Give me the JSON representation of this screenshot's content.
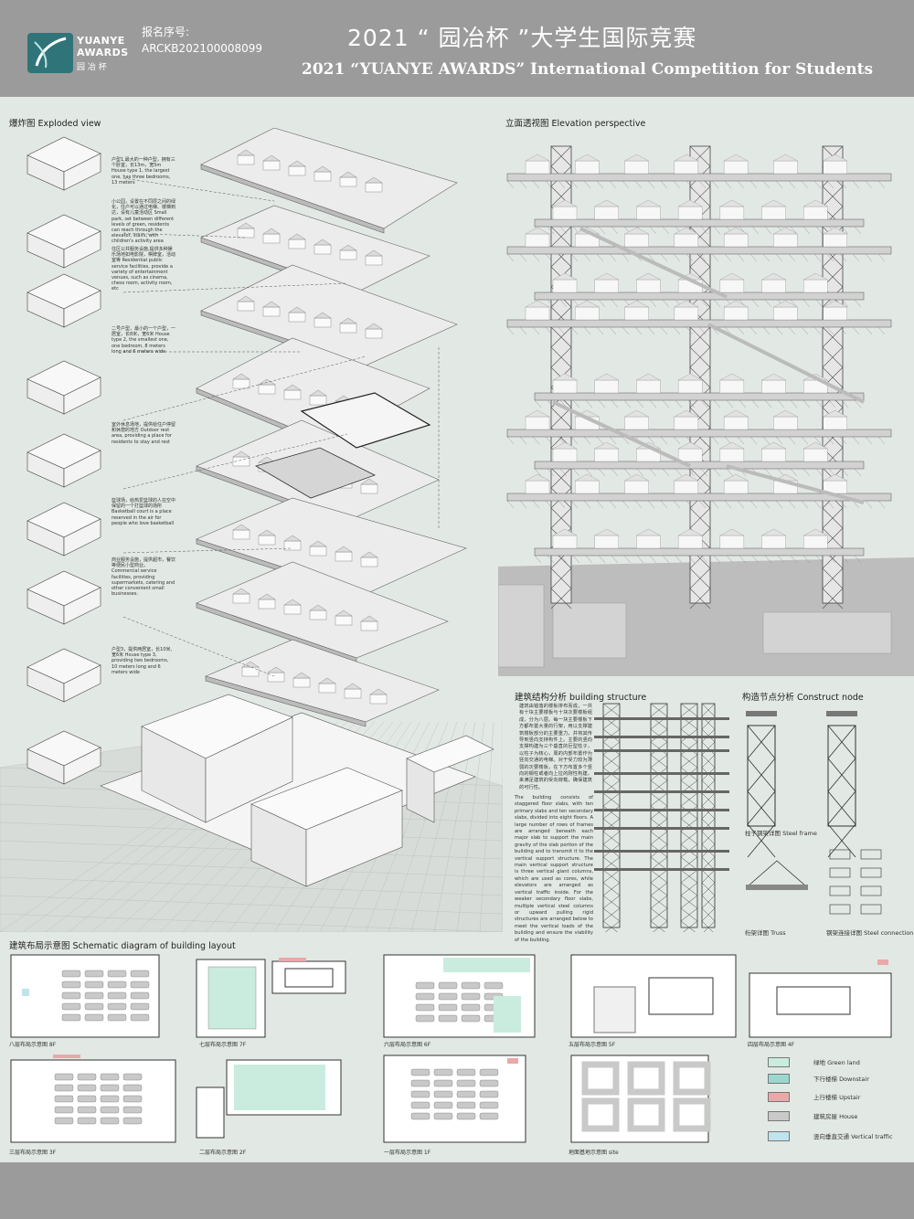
{
  "header": {
    "logo_line1": "YUANYE",
    "logo_line2": "AWARDS",
    "logo_line3": "园 冶 杯",
    "reg_label": "报名序号:",
    "reg_number": "ARCKB202100008099",
    "title_cn": "2021 “ 园冶杯 ”大学生国际竞赛",
    "title_en": "2021 “YUANYE AWARDS” International Competition for  Students"
  },
  "colors": {
    "header_bg": "#9b9b9b",
    "page_bg": "#e2e8e4",
    "logo_teal": "#2f7479",
    "green_land": "#c9ecdf",
    "downstair": "#9ad8cf",
    "upstair": "#e9a9a9",
    "house": "#c9c9c9",
    "vertical_traffic": "#bfe4ee"
  },
  "sections": {
    "exploded": "爆炸图  Exploded view",
    "elevation": "立面透视图  Elevation perspective",
    "structure": "建筑结构分析  building structure",
    "construct": "构造节点分析  Construct node",
    "layout": "建筑布局示意图  Schematic diagram of building layout"
  },
  "exploded_notes": [
    "户型1,最大的一种户型，拥有三个卧室，长13m，宽5m House type 1, the largest one, has three bedrooms, 13 meters",
    "小公园，设置在不同层之间的绿化，住户可以通过电梯、楼梯到达，设有儿童活动区 Small park, set between different levels of green, residents can reach through the elevator, stairs, with children's activity area",
    "住区公共服务设施,提供多种娱乐场地如电影院，棋牌室，活动室等 Residential public service facilities, provide a variety of entertainment venues, such as cinema, chess room, activity room, etc",
    "二号户型，最小的一个户型，一居室，长8米，宽6米 House type 2, the smallest one, one bedroom, 8 meters long and 6 meters wide",
    "室外休息场地，提供给住户停留和休憩的地方 Outdoor rest area, providing a place for residents to stay and rest",
    "篮球场，给热爱篮球的人在空中保留的一个打篮球的场所 Basketball court is a place reserved in the air for people who love basketball",
    "商业服务设施，提供超市，餐饮等便民小型商业。 Commercial service facilities, providing supermarkets, catering and other convenient small businesses.",
    "户型3，提供两居室，长10米,宽6米 House type 3, providing two bedrooms, 10 meters long and 6 meters wide"
  ],
  "structure_text_cn": "建筑由错落的楼板排布而成，一共有十块主要楼板与十块次要楼板组成，分为八层。每一块主要楼板下方都布置大量的行架，用以支撑建筑楼板部分的主要重力，并将其传导到竖向支持构件上。主要的竖向支撑构建为三个垂直的巨型柱子，以柱子为核心，周的内部布置作为竖向交通的电梯。对于受力较为薄弱的次要楼板，在下方布置多个竖向的钢柱或者向上拉的刚性构建，来满足建筑的受向荷载，确保建筑的可行性。",
  "structure_text_en": "The building consists of staggered floor slabs, with ten primary slabs and ten secondary slabs, divided into eight floors. A large number of rows of frames are arranged beneath each major slab to support the main gravity of the slab portion of the building and to transmit it to the vertical support structure. The main vertical support structure is three vertical giant columns, which are used as cores, while elevators are arranged as vertical traffic inside. For the weaker secondary floor slabs, multiple vertical steel columns or upward pulling rigid structures are arranged below to meet the vertical loads of the building and ensure the viability of the building.",
  "construct_labels": {
    "steel_frame": "柱子钢架详图 Steel frame",
    "truss": "桁架详图 Truss",
    "steel_connection": "钢架连接详图 Steel connection"
  },
  "floor_labels": {
    "f8": "八层布局示意图 8F",
    "f7": "七层布局示意图 7F",
    "f6": "六层布局示意图 6F",
    "f5": "五层布局示意图 5F",
    "f4": "四层布局示意图 4F",
    "f3": "三层布局示意图 3F",
    "f2": "二层布局示意图 2F",
    "f1": "一层布局示意图 1F",
    "site": "地面基地示意图 site"
  },
  "legend": [
    {
      "label": "绿地 Green land",
      "color": "#c9ecdf"
    },
    {
      "label": "下行楼梯 Downstair",
      "color": "#9ad8cf"
    },
    {
      "label": "上行楼梯 Upstair",
      "color": "#e9a9a9"
    },
    {
      "label": "建筑房屋 House",
      "color": "#c9c9c9"
    },
    {
      "label": "竖向垂直交通 Vertical traffic",
      "color": "#bfe4ee"
    }
  ]
}
